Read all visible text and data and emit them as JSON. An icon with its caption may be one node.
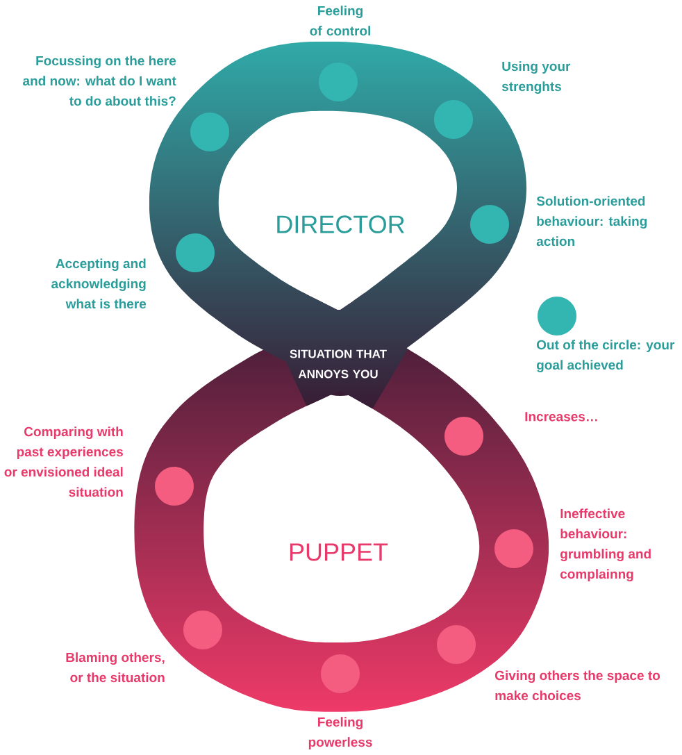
{
  "diagram": {
    "nodes": [
      {
        "text": [],
        "shape": "circle",
        "beside": [
          "Feeling of control"
        ]
      },
      {
        "text": [],
        "shape": "circle",
        "beside": [
          "Using your strenghts"
        ]
      },
      {
        "text": [],
        "shape": "circle",
        "beside": [
          "Focussing on the here and now: what do I want to do about this?"
        ]
      },
      {
        "text": [],
        "shape": "circle",
        "beside": [
          "Solution-oriented behaviour: taking action"
        ]
      },
      {
        "text": [],
        "shape": "circle",
        "beside": [
          "Accepting and acknowledging what is there"
        ]
      },
      {
        "text": [],
        "shape": "circle",
        "beside": [
          "Out of the circle: your goal achieved"
        ]
      },
      {
        "text": [],
        "shape": "circle",
        "beside": [
          "Increases…"
        ]
      },
      {
        "text": [],
        "shape": "circle",
        "beside": [
          "Comparing with past experiences or envisioned ideal situation"
        ]
      },
      {
        "text": [],
        "shape": "circle",
        "beside": [
          "Ineffective behaviour: grumbling and complainng"
        ]
      },
      {
        "text": [],
        "shape": "circle",
        "beside": [
          "Blaming others, or the situation"
        ]
      },
      {
        "text": [],
        "shape": "circle",
        "beside": [
          "Giving others the space to make choices"
        ]
      },
      {
        "text": [],
        "shape": "circle",
        "beside": [
          "Feeling powerless"
        ]
      }
    ],
    "labels": [
      "DIRECTOR",
      "SITUATION THAT ANNOYS YOU",
      "PUPPET"
    ]
  }
}
